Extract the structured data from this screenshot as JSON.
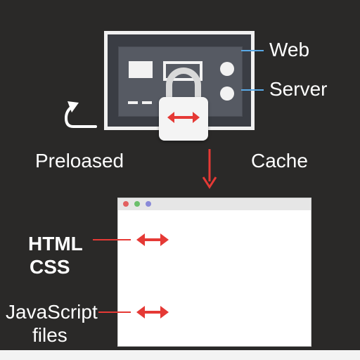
{
  "diagram": {
    "labels": {
      "web": "Web",
      "server": "Server",
      "preloaded": "Preloased",
      "cache": "Cache",
      "html": "HTML",
      "css": "CSS",
      "javascript": "JavaScript",
      "files": "files"
    },
    "colors": {
      "background": "#2a2928",
      "arrow_red": "#e53935",
      "connector_blue": "#5aa9e6",
      "white": "#ffffff"
    },
    "icons": {
      "server": "server-icon",
      "lock": "padlock-icon",
      "refresh": "curved-arrow-icon",
      "down_arrow": "arrow-down-icon",
      "browser": "browser-window-icon",
      "double_arrow": "double-arrow-icon"
    }
  }
}
